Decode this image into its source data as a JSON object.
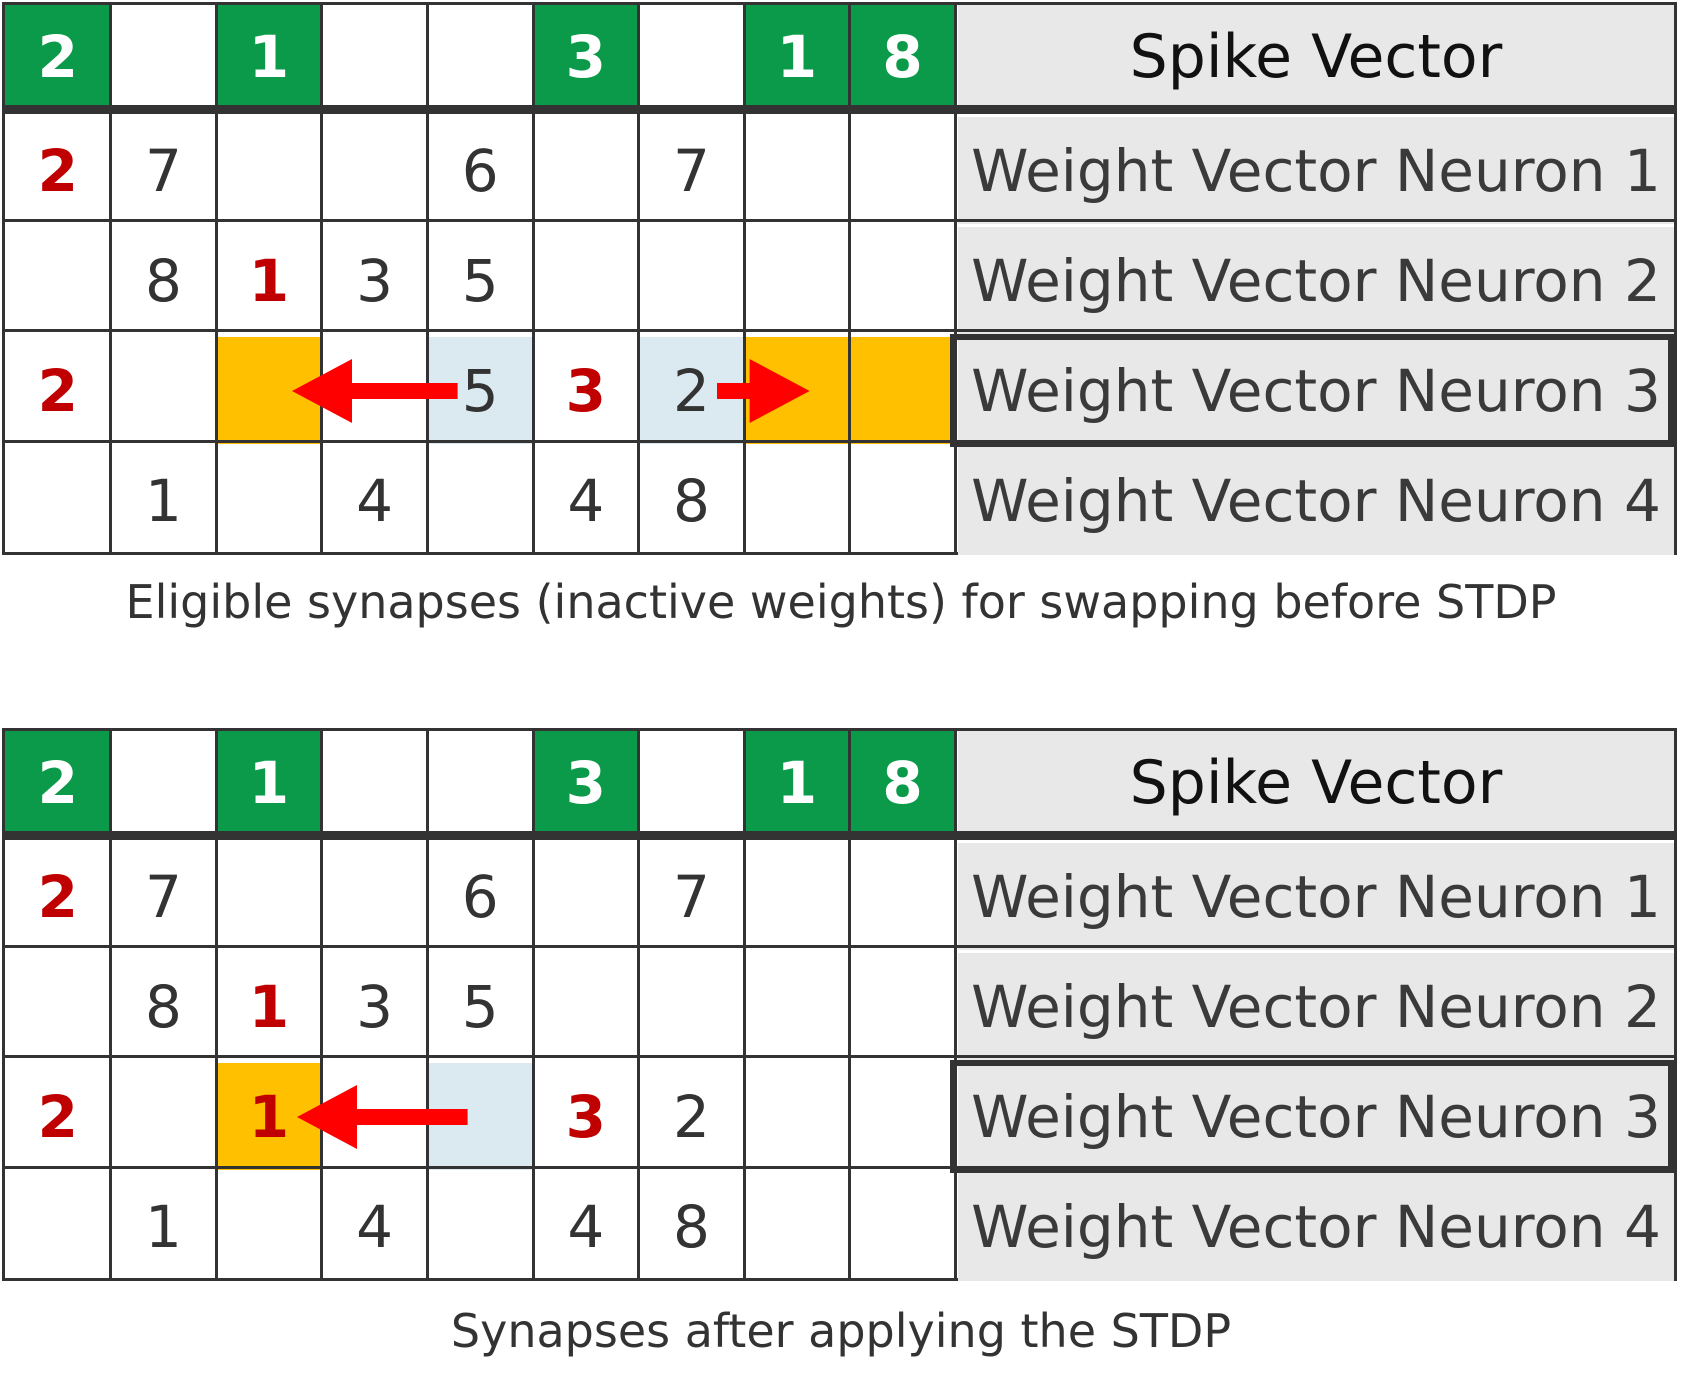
{
  "colors": {
    "spike_green": "#0a9a4a",
    "weight_red": "#c00000",
    "eligible_orange": "#ffc000",
    "source_blue": "#dbe9f1",
    "label_gray": "#e8e8e8",
    "arrow_red": "#ff0000",
    "text_gray": "#333333"
  },
  "panels": [
    {
      "id": "top",
      "caption": "Eligible synapses (inactive weights) for swapping before STDP",
      "rows": [
        {
          "label": "Spike Vector",
          "cells": [
            {
              "v": "2",
              "style": "spike"
            },
            {
              "v": "",
              "style": "empty"
            },
            {
              "v": "1",
              "style": "spike"
            },
            {
              "v": "",
              "style": "empty"
            },
            {
              "v": "",
              "style": "empty"
            },
            {
              "v": "3",
              "style": "spike"
            },
            {
              "v": "",
              "style": "empty"
            },
            {
              "v": "1",
              "style": "spike"
            },
            {
              "v": "8",
              "style": "spike"
            }
          ]
        },
        {
          "label": "Weight Vector Neuron 1",
          "cells": [
            {
              "v": "2",
              "style": "red"
            },
            {
              "v": "7",
              "style": "normal"
            },
            {
              "v": "",
              "style": "empty"
            },
            {
              "v": "",
              "style": "empty"
            },
            {
              "v": "6",
              "style": "normal"
            },
            {
              "v": "",
              "style": "empty"
            },
            {
              "v": "7",
              "style": "normal"
            },
            {
              "v": "",
              "style": "empty"
            },
            {
              "v": "",
              "style": "empty"
            }
          ]
        },
        {
          "label": "Weight Vector Neuron 2",
          "cells": [
            {
              "v": "",
              "style": "empty"
            },
            {
              "v": "8",
              "style": "normal"
            },
            {
              "v": "1",
              "style": "red"
            },
            {
              "v": "3",
              "style": "normal"
            },
            {
              "v": "5",
              "style": "normal"
            },
            {
              "v": "",
              "style": "empty"
            },
            {
              "v": "",
              "style": "empty"
            },
            {
              "v": "",
              "style": "empty"
            },
            {
              "v": "",
              "style": "empty"
            }
          ]
        },
        {
          "label": "Weight Vector Neuron 3",
          "highlight": true,
          "cells": [
            {
              "v": "2",
              "style": "red"
            },
            {
              "v": "",
              "style": "empty"
            },
            {
              "v": "",
              "style": "orange"
            },
            {
              "v": "",
              "style": "empty"
            },
            {
              "v": "5",
              "style": "blue"
            },
            {
              "v": "3",
              "style": "red"
            },
            {
              "v": "2",
              "style": "blue"
            },
            {
              "v": "",
              "style": "orange"
            },
            {
              "v": "",
              "style": "orange"
            }
          ]
        },
        {
          "label": "Weight Vector Neuron 4",
          "cells": [
            {
              "v": "",
              "style": "empty"
            },
            {
              "v": "1",
              "style": "normal"
            },
            {
              "v": "",
              "style": "empty"
            },
            {
              "v": "4",
              "style": "normal"
            },
            {
              "v": "",
              "style": "empty"
            },
            {
              "v": "4",
              "style": "normal"
            },
            {
              "v": "8",
              "style": "normal"
            },
            {
              "v": "",
              "style": "empty"
            },
            {
              "v": "",
              "style": "empty"
            }
          ]
        }
      ],
      "arrows": [
        {
          "row": 3,
          "from_col": 4,
          "to_col": 2,
          "direction": "left"
        },
        {
          "row": 3,
          "from_col": 6,
          "to_col": 7,
          "direction": "right"
        }
      ]
    },
    {
      "id": "bottom",
      "caption": "Synapses after applying the STDP",
      "rows": [
        {
          "label": "Spike Vector",
          "cells": [
            {
              "v": "2",
              "style": "spike"
            },
            {
              "v": "",
              "style": "empty"
            },
            {
              "v": "1",
              "style": "spike"
            },
            {
              "v": "",
              "style": "empty"
            },
            {
              "v": "",
              "style": "empty"
            },
            {
              "v": "3",
              "style": "spike"
            },
            {
              "v": "",
              "style": "empty"
            },
            {
              "v": "1",
              "style": "spike"
            },
            {
              "v": "8",
              "style": "spike"
            }
          ]
        },
        {
          "label": "Weight Vector Neuron 1",
          "cells": [
            {
              "v": "2",
              "style": "red"
            },
            {
              "v": "7",
              "style": "normal"
            },
            {
              "v": "",
              "style": "empty"
            },
            {
              "v": "",
              "style": "empty"
            },
            {
              "v": "6",
              "style": "normal"
            },
            {
              "v": "",
              "style": "empty"
            },
            {
              "v": "7",
              "style": "normal"
            },
            {
              "v": "",
              "style": "empty"
            },
            {
              "v": "",
              "style": "empty"
            }
          ]
        },
        {
          "label": "Weight Vector Neuron 2",
          "cells": [
            {
              "v": "",
              "style": "empty"
            },
            {
              "v": "8",
              "style": "normal"
            },
            {
              "v": "1",
              "style": "red"
            },
            {
              "v": "3",
              "style": "normal"
            },
            {
              "v": "5",
              "style": "normal"
            },
            {
              "v": "",
              "style": "empty"
            },
            {
              "v": "",
              "style": "empty"
            },
            {
              "v": "",
              "style": "empty"
            },
            {
              "v": "",
              "style": "empty"
            }
          ]
        },
        {
          "label": "Weight Vector Neuron 3",
          "highlight": true,
          "cells": [
            {
              "v": "2",
              "style": "red"
            },
            {
              "v": "",
              "style": "empty"
            },
            {
              "v": "1",
              "style": "orange-red"
            },
            {
              "v": "",
              "style": "empty"
            },
            {
              "v": "",
              "style": "blue"
            },
            {
              "v": "3",
              "style": "red"
            },
            {
              "v": "2",
              "style": "normal"
            },
            {
              "v": "",
              "style": "empty"
            },
            {
              "v": "",
              "style": "empty"
            }
          ]
        },
        {
          "label": "Weight Vector Neuron 4",
          "cells": [
            {
              "v": "",
              "style": "empty"
            },
            {
              "v": "1",
              "style": "normal"
            },
            {
              "v": "",
              "style": "empty"
            },
            {
              "v": "4",
              "style": "normal"
            },
            {
              "v": "",
              "style": "empty"
            },
            {
              "v": "4",
              "style": "normal"
            },
            {
              "v": "8",
              "style": "normal"
            },
            {
              "v": "",
              "style": "empty"
            },
            {
              "v": "",
              "style": "empty"
            }
          ]
        }
      ],
      "arrows": [
        {
          "row": 3,
          "from_col": 4,
          "to_col": 2,
          "direction": "left"
        }
      ]
    }
  ]
}
